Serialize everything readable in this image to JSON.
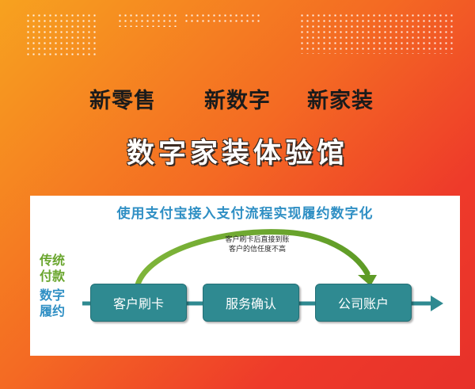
{
  "taglines": [
    "新零售",
    "新数字",
    "新家装"
  ],
  "headline": "数字家装体验馆",
  "panel": {
    "title": "使用支付宝接入支付流程实现履约数字化",
    "traditional_label_1": "传统",
    "traditional_label_2": "付款",
    "digital_label_1": "数字",
    "digital_label_2": "履约",
    "arc_note_1": "客户刷卡后直接到账",
    "arc_note_2": "客户的信任度不高",
    "steps": [
      "客户刷卡",
      "服务确认",
      "公司账户"
    ]
  },
  "colors": {
    "teal_box": "#2f8a91",
    "green_arrow": "#69a52d",
    "blue_text": "#2f8fc4"
  }
}
